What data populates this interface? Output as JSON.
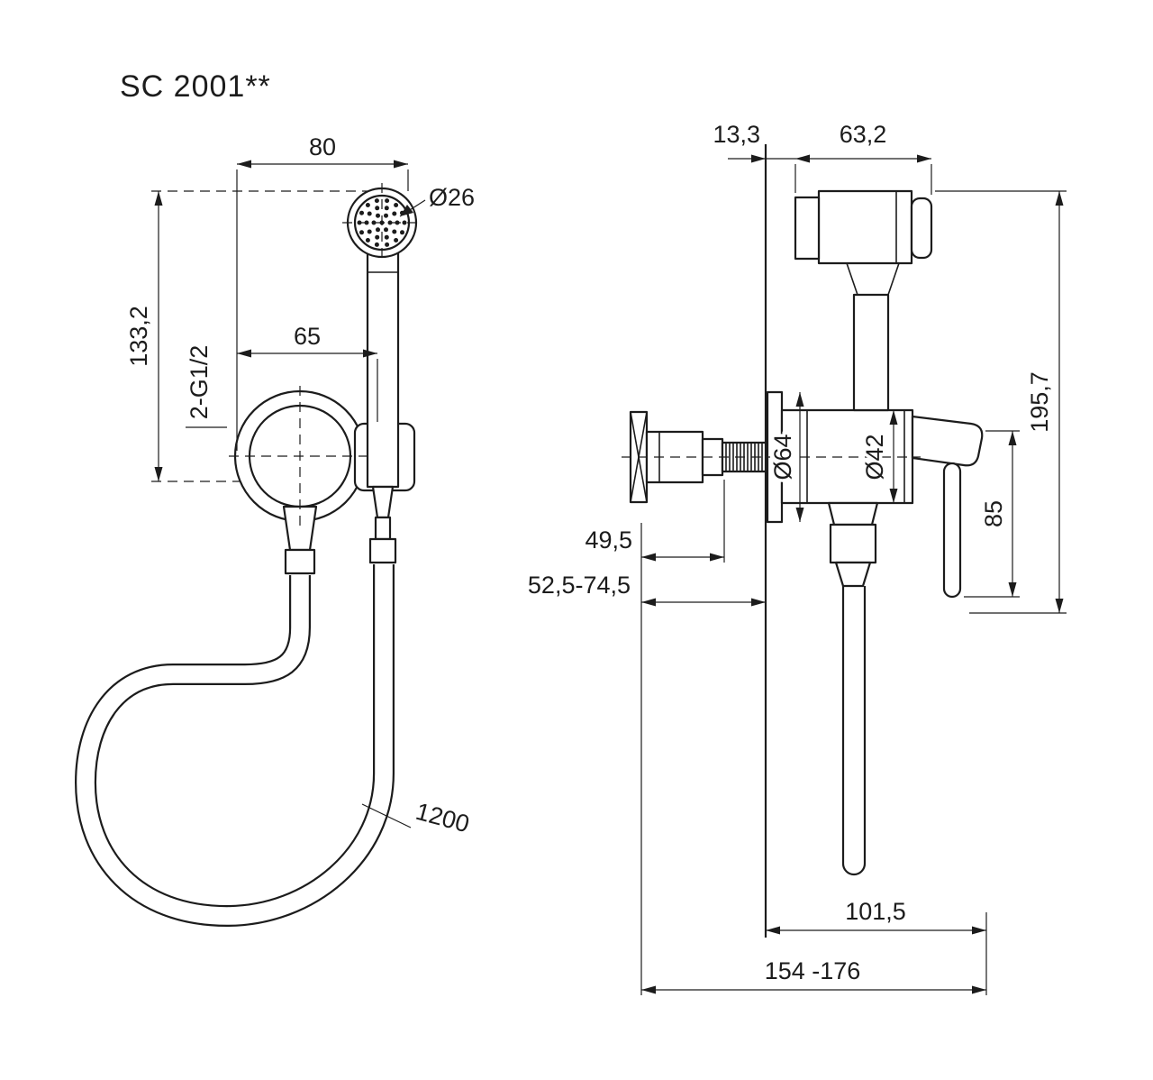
{
  "colors": {
    "ink": "#1c1c1c",
    "background": "#ffffff"
  },
  "title": "SC 2001**",
  "front_view": {
    "dims": {
      "width_top": "80",
      "head_diameter": "Ø26",
      "height": "133,2",
      "holder_width": "65",
      "thread": "2-G1/2",
      "hose_length": "1200"
    }
  },
  "side_view": {
    "dims": {
      "wall_offset": "13,3",
      "head_length": "63,2",
      "overall_height": "195,7",
      "escutcheon_diameter": "Ø64",
      "body_diameter": "Ø42",
      "lever_length": "85",
      "inlet_depth": "49,5",
      "inlet_depth_range": "52,5-74,5",
      "hose_offset": "101,5",
      "overall_depth": "154 -176"
    }
  }
}
